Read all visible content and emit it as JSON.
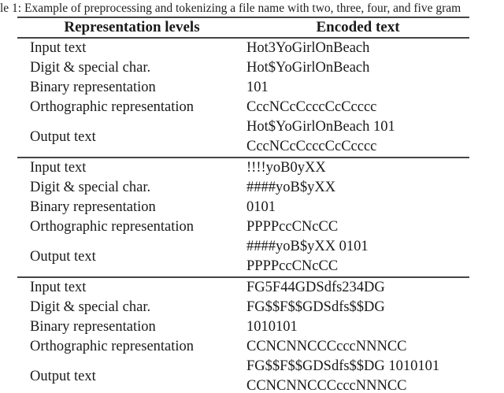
{
  "caption": "le 1: Example of preprocessing and tokenizing a file name with two, three, four, and five gram",
  "table": {
    "headers": [
      "Representation levels",
      "Encoded text"
    ],
    "sections": [
      {
        "rows": [
          {
            "label": "Input text",
            "lines": [
              "Hot3YoGirlOnBeach"
            ]
          },
          {
            "label": "Digit & special char.",
            "lines": [
              "Hot$YoGirlOnBeach"
            ]
          },
          {
            "label": "Binary representation",
            "lines": [
              "101"
            ]
          },
          {
            "label": "Orthographic representation",
            "lines": [
              "CccNCcCcccCcCcccc"
            ]
          },
          {
            "label": "Output text",
            "lines": [
              "Hot$YoGirlOnBeach 101",
              "CccNCcCcccCcCcccc"
            ]
          }
        ]
      },
      {
        "rows": [
          {
            "label": "Input text",
            "lines": [
              "!!!!yoB0yXX"
            ]
          },
          {
            "label": "Digit & special char.",
            "lines": [
              "####yoB$yXX"
            ]
          },
          {
            "label": "Binary representation",
            "lines": [
              "0101"
            ]
          },
          {
            "label": "Orthographic representation",
            "lines": [
              "PPPPccCNcCC"
            ]
          },
          {
            "label": "Output text",
            "lines": [
              "####yoB$yXX 0101",
              "PPPPccCNcCC"
            ]
          }
        ]
      },
      {
        "rows": [
          {
            "label": "Input text",
            "lines": [
              "FG5F44GDSdfs234DG"
            ]
          },
          {
            "label": "Digit & special char.",
            "lines": [
              "FG$$F$$GDSdfs$$DG"
            ]
          },
          {
            "label": "Binary representation",
            "lines": [
              "1010101"
            ]
          },
          {
            "label": "Orthographic representation",
            "lines": [
              "CCNCNNCCCcccNNNCC"
            ]
          },
          {
            "label": "Output text",
            "lines": [
              "FG$$F$$GDSdfs$$DG 1010101",
              "CCNCNNCCCcccNNNCC"
            ]
          }
        ]
      }
    ]
  },
  "colors": {
    "background": "#ffffff",
    "text": "#1a1a1a",
    "rule": "#454545"
  }
}
